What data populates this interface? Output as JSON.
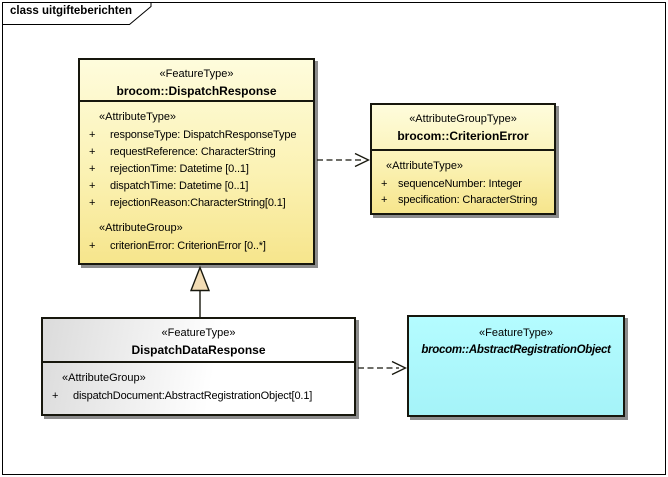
{
  "frame": {
    "title": "class uitgifteberichten"
  },
  "colors": {
    "class_fill_light": "#FEFCDC",
    "class_fill_dark": "#F6E58C",
    "cyan_fill": "#ABF8FC",
    "gray_fill": "#DBDBDB",
    "box_border": "#17170D",
    "generalization_triangle_fill": "#F2DCB4"
  },
  "boxes": {
    "dispatch_response": {
      "stereotype": "«FeatureType»",
      "name": "brocom::DispatchResponse",
      "sections": [
        {
          "heading": "«AttributeType»",
          "attributes": [
            {
              "vis": "+",
              "text": "responseType: DispatchResponseType"
            },
            {
              "vis": "+",
              "text": "requestReference: CharacterString"
            },
            {
              "vis": "+",
              "text": "rejectionTime: Datetime [0..1]"
            },
            {
              "vis": "+",
              "text": "dispatchTime: Datetime [0..1]"
            },
            {
              "vis": "+",
              "text": "rejectionReason:CharacterString[0.1]"
            }
          ]
        },
        {
          "heading": "«AttributeGroup»",
          "attributes": [
            {
              "vis": "+",
              "text": "criterionError: CriterionError [0..*]"
            }
          ]
        }
      ]
    },
    "criterion_error": {
      "stereotype": "«AttributeGroupType»",
      "name": "brocom::CriterionError",
      "sections": [
        {
          "heading": "«AttributeType»",
          "attributes": [
            {
              "vis": "+",
              "text": "sequenceNumber: Integer"
            },
            {
              "vis": "+",
              "text": "specification: CharacterString"
            }
          ]
        }
      ]
    },
    "dispatch_data_response": {
      "stereotype": "«FeatureType»",
      "name": "DispatchDataResponse",
      "sections": [
        {
          "heading": "«AttributeGroup»",
          "attributes": [
            {
              "vis": "+",
              "text": "dispatchDocument:AbstractRegistrationObject[0.1]"
            }
          ]
        }
      ]
    },
    "abstract_registration_object": {
      "stereotype": "«FeatureType»",
      "name": "brocom::AbstractRegistrationObject"
    }
  },
  "connectors": [
    {
      "type": "dependency",
      "style": "dashed-open-arrow",
      "from": "brocom::DispatchResponse",
      "to": "brocom::CriterionError"
    },
    {
      "type": "generalization",
      "style": "solid-hollow-triangle",
      "from": "DispatchDataResponse",
      "to": "brocom::DispatchResponse"
    },
    {
      "type": "dependency",
      "style": "dashed-open-arrow",
      "from": "DispatchDataResponse",
      "to": "brocom::AbstractRegistrationObject"
    }
  ]
}
